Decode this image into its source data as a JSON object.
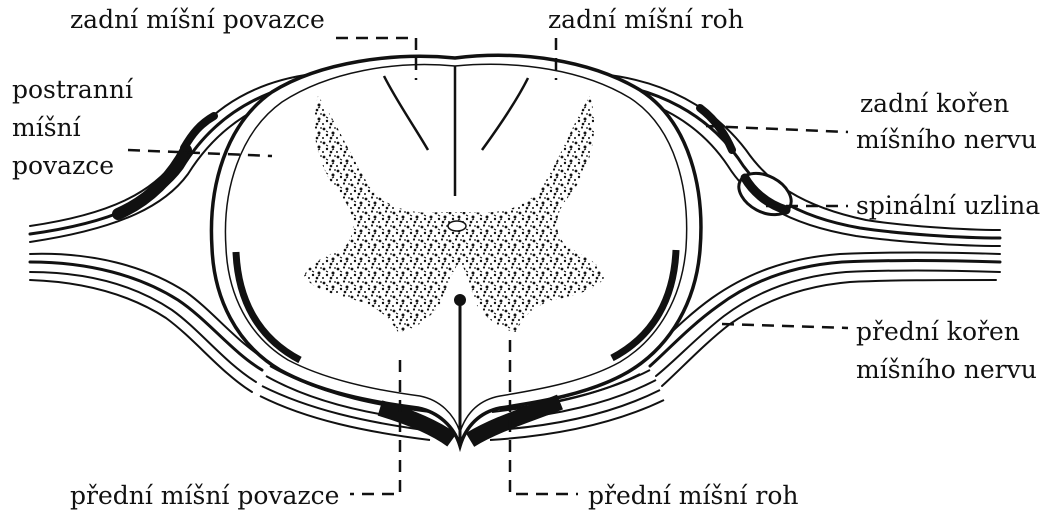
{
  "colors": {
    "ink": "#111111",
    "background": "#ffffff"
  },
  "labels": {
    "dorsal_funiculus": "zadní míšní povazce",
    "dorsal_horn": "zadní míšní roh",
    "lateral_funiculus_1": "postranní",
    "lateral_funiculus_2": "míšní",
    "lateral_funiculus_3": "povazce",
    "dorsal_root_1": "zadní kořen",
    "dorsal_root_2": "míšního nervu",
    "spinal_ganglion": "spinální uzlina",
    "ventral_root_1": "přední kořen",
    "ventral_root_2": "míšního nervu",
    "ventral_funiculus": "přední míšní povazce",
    "ventral_horn": "přední míšní roh"
  }
}
